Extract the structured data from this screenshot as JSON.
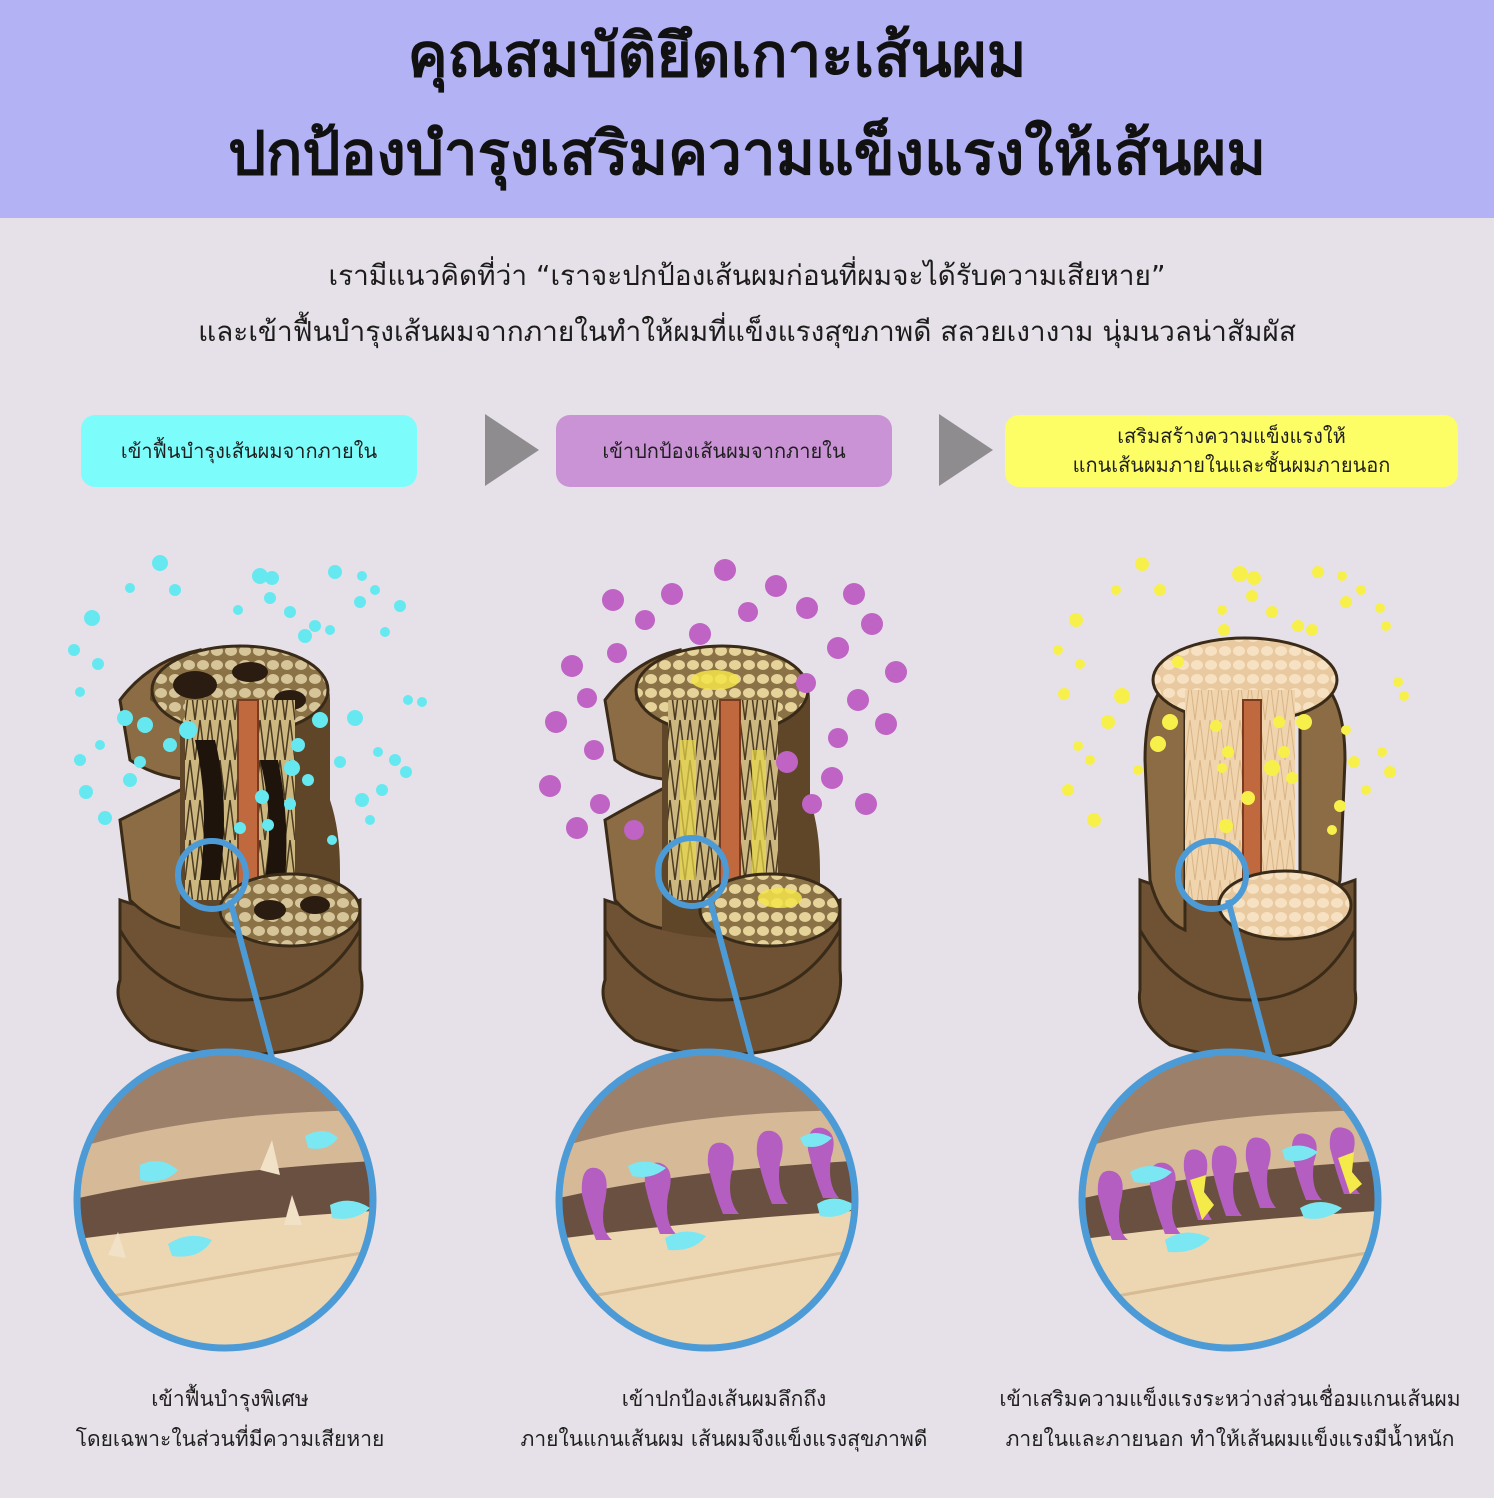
{
  "header": {
    "title_line1": "คุณสมบัติยึดเกาะเส้นผม",
    "title_line2": "ปกป้องบำรุงเสริมความแข็งแรงให้เส้นผม"
  },
  "intro": {
    "line1": "เรามีแนวคิดที่ว่า “เราจะปกป้องเส้นผมก่อนที่ผมจะได้รับความเสียหาย”",
    "line2": "และเข้าฟื้นบำรุงเส้นผมจากภายในทำให้ผมที่แข็งแรงสุขภาพดี สลวยเงางาม นุ่มนวลน่าสัมผัส"
  },
  "steps": [
    {
      "label": "เข้าฟื้นบำรุงเส้นผมจากภายใน",
      "color": "#7dfcfc"
    },
    {
      "label": "เข้าปกป้องเส้นผมจากภายใน",
      "color": "#c993d5"
    },
    {
      "label_line1": "เสริมสร้างความแข็งแรงให้",
      "label_line2": "แกนเส้นผมภายในและชั้นผมภายนอก",
      "color": "#fdfd66"
    }
  ],
  "captions": [
    {
      "line1": "เข้าฟื้นบำรุงพิเศษ",
      "line2": "โดยเฉพาะในส่วนที่มีความเสียหาย"
    },
    {
      "line1": "เข้าปกป้องเส้นผมลึกถึง",
      "line2": "ภายในแกนเส้นผม เส้นผมจึงแข็งแรงสุขภาพดี"
    },
    {
      "line1": "เข้าเสริมความแข็งแรงระหว่างส่วนเชื่อมแกนเส้นผม",
      "line2": "ภายในและภายนอก ทำให้เส้นผมแข็งแรงมีน้ำหนัก"
    }
  ],
  "colors": {
    "header_bg": "#b3b2f4",
    "cyan": "#7dfcfc",
    "purple": "#c993d5",
    "yellow": "#fdfd66",
    "arrow": "#8e8c8e",
    "magnifier_ring": "#4d9bd6"
  }
}
